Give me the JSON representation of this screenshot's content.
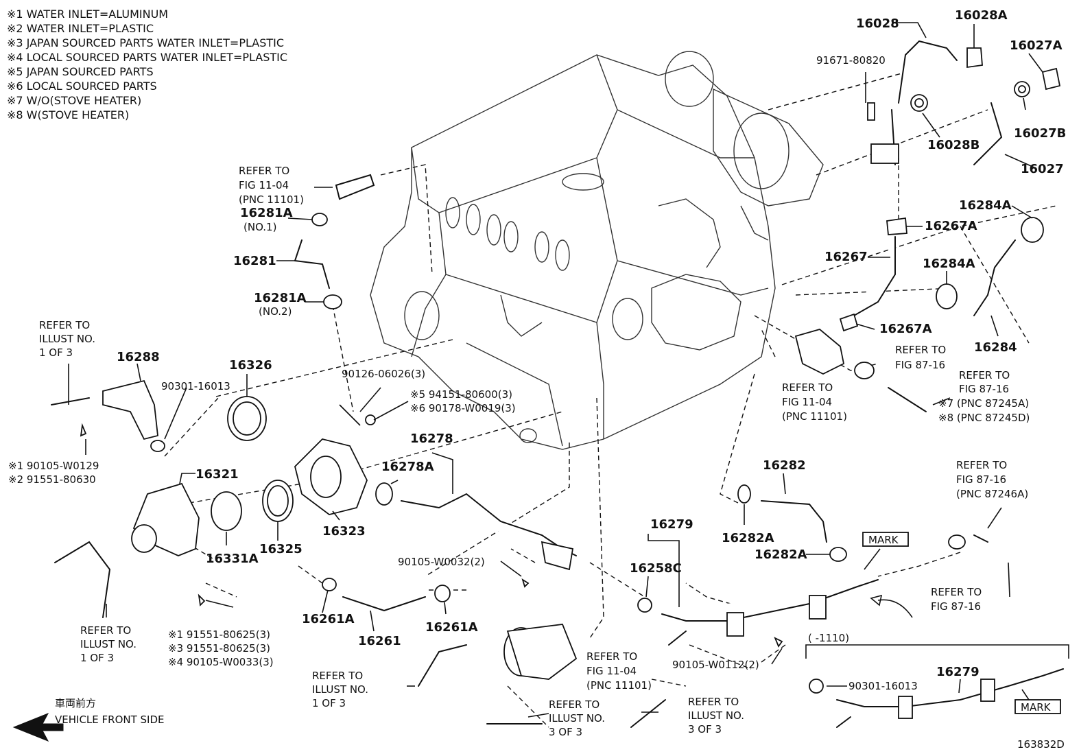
{
  "notes": [
    "※1 WATER INLET=ALUMINUM",
    "※2 WATER INLET=PLASTIC",
    "※3 JAPAN SOURCED PARTS WATER INLET=PLASTIC",
    "※4 LOCAL SOURCED PARTS WATER INLET=PLASTIC",
    "※5 JAPAN SOURCED PARTS",
    "※6 LOCAL SOURCED PARTS",
    "※7 W/O(STOVE HEATER)",
    "※8 W(STOVE HEATER)"
  ],
  "parts": {
    "p16028": "16028",
    "p16028A": "16028A",
    "p16027A": "16027A",
    "p91671": "91671-80820",
    "p16027B": "16027B",
    "p16028B": "16028B",
    "p16027": "16027",
    "p16284A_top": "16284A",
    "p16267A_top": "16267A",
    "p16267": "16267",
    "p16284A_mid": "16284A",
    "p16267A_mid": "16267A",
    "p16284": "16284",
    "p16281A_top": "16281A",
    "p16281A_top_sub": "(NO.1)",
    "p16281": "16281",
    "p16281A_low": "16281A",
    "p16281A_low_sub": "(NO.2)",
    "p16288": "16288",
    "p90301_left": "90301-16013",
    "p16326": "16326",
    "p90126": "90126-06026(3)",
    "p94151": "※5 94151-80600(3)",
    "p90178": "※6 90178-W0019(3)",
    "p90105_w0129": "※1 90105-W0129",
    "p91551_80630": "※2 91551-80630",
    "p16321": "16321",
    "p16331A": "16331A",
    "p16325": "16325",
    "p16323": "16323",
    "p16278": "16278",
    "p16278A": "16278A",
    "p90105_w0032": "90105-W0032(2)",
    "p16261A_left": "16261A",
    "p16261": "16261",
    "p16261A_right": "16261A",
    "p91551_80625_1": "※1 91551-80625(3)",
    "p91551_80625_3": "※3 91551-80625(3)",
    "p90105_w0033": "※4 90105-W0033(3)",
    "p16282": "16282",
    "p16282A_left": "16282A",
    "p16282A_right": "16282A",
    "p16279": "16279",
    "p16258C": "16258C",
    "p90105_w0112": "90105-W0112(2)",
    "p16279_b": "16279",
    "p90301_bottom": "90301-16013",
    "range": "(      -1110)",
    "mark1": "MARK",
    "mark2": "MARK"
  },
  "refs": {
    "r_fig1104_top": [
      "REFER TO",
      "FIG 11-04",
      "(PNC 11101)"
    ],
    "r_illust_left": [
      "REFER TO",
      "ILLUST NO.",
      "1 OF 3"
    ],
    "r_fig8716_a": [
      "REFER TO",
      "FIG 87-16"
    ],
    "r_fig1104_mid": [
      "REFER TO",
      "FIG 11-04",
      "(PNC 11101)"
    ],
    "r_fig8716_b": [
      "REFER TO",
      "FIG 87-16",
      "※7 (PNC 87245A)",
      "※8 (PNC 87245D)"
    ],
    "r_fig8716_c": [
      "REFER TO",
      "FIG 87-16",
      "(PNC 87246A)"
    ],
    "r_fig8716_d": [
      "REFER TO",
      "FIG 87-16"
    ],
    "r_illust_lower_left": [
      "REFER TO",
      "ILLUST NO.",
      "1 OF 3"
    ],
    "r_fig1104_bottom": [
      "REFER TO",
      "FIG 11-04",
      "(PNC 11101)"
    ],
    "r_illust_bottom_a": [
      "REFER TO",
      "ILLUST NO.",
      "1 OF 3"
    ],
    "r_illust_bottom_b": [
      "REFER TO",
      "ILLUST NO.",
      "3 OF 3"
    ],
    "r_illust_bottom_c": [
      "REFER TO",
      "ILLUST NO.",
      "3 OF 3"
    ]
  },
  "footer": {
    "front_jp": "車両前方",
    "front_en": "VEHICLE FRONT SIDE",
    "figure_id": "163832D"
  }
}
